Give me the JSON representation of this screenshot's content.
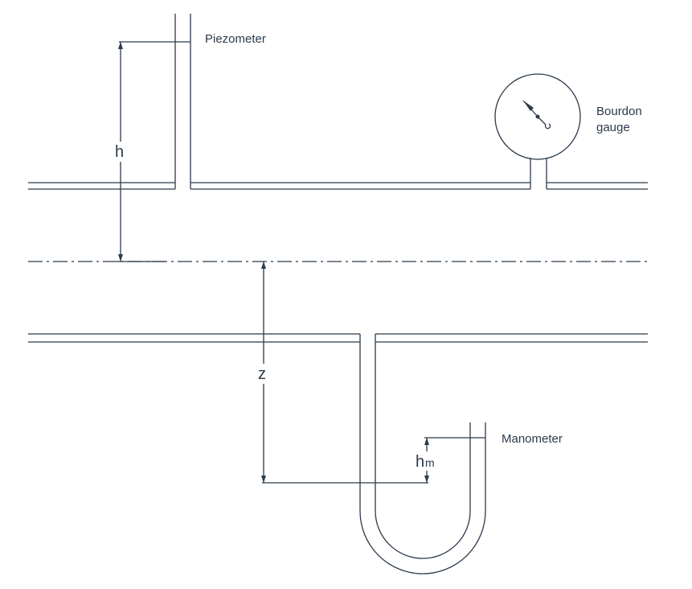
{
  "labels": {
    "piezometer": "Piezometer",
    "bourdon_line1": "Bourdon",
    "bourdon_line2": "gauge",
    "manometer": "Manometer",
    "h": "h",
    "z": "z",
    "hm_main": "h",
    "hm_sub": "m"
  },
  "colors": {
    "stroke": "#2b3a4a",
    "text": "#2b3a4a",
    "background": "#ffffff"
  }
}
